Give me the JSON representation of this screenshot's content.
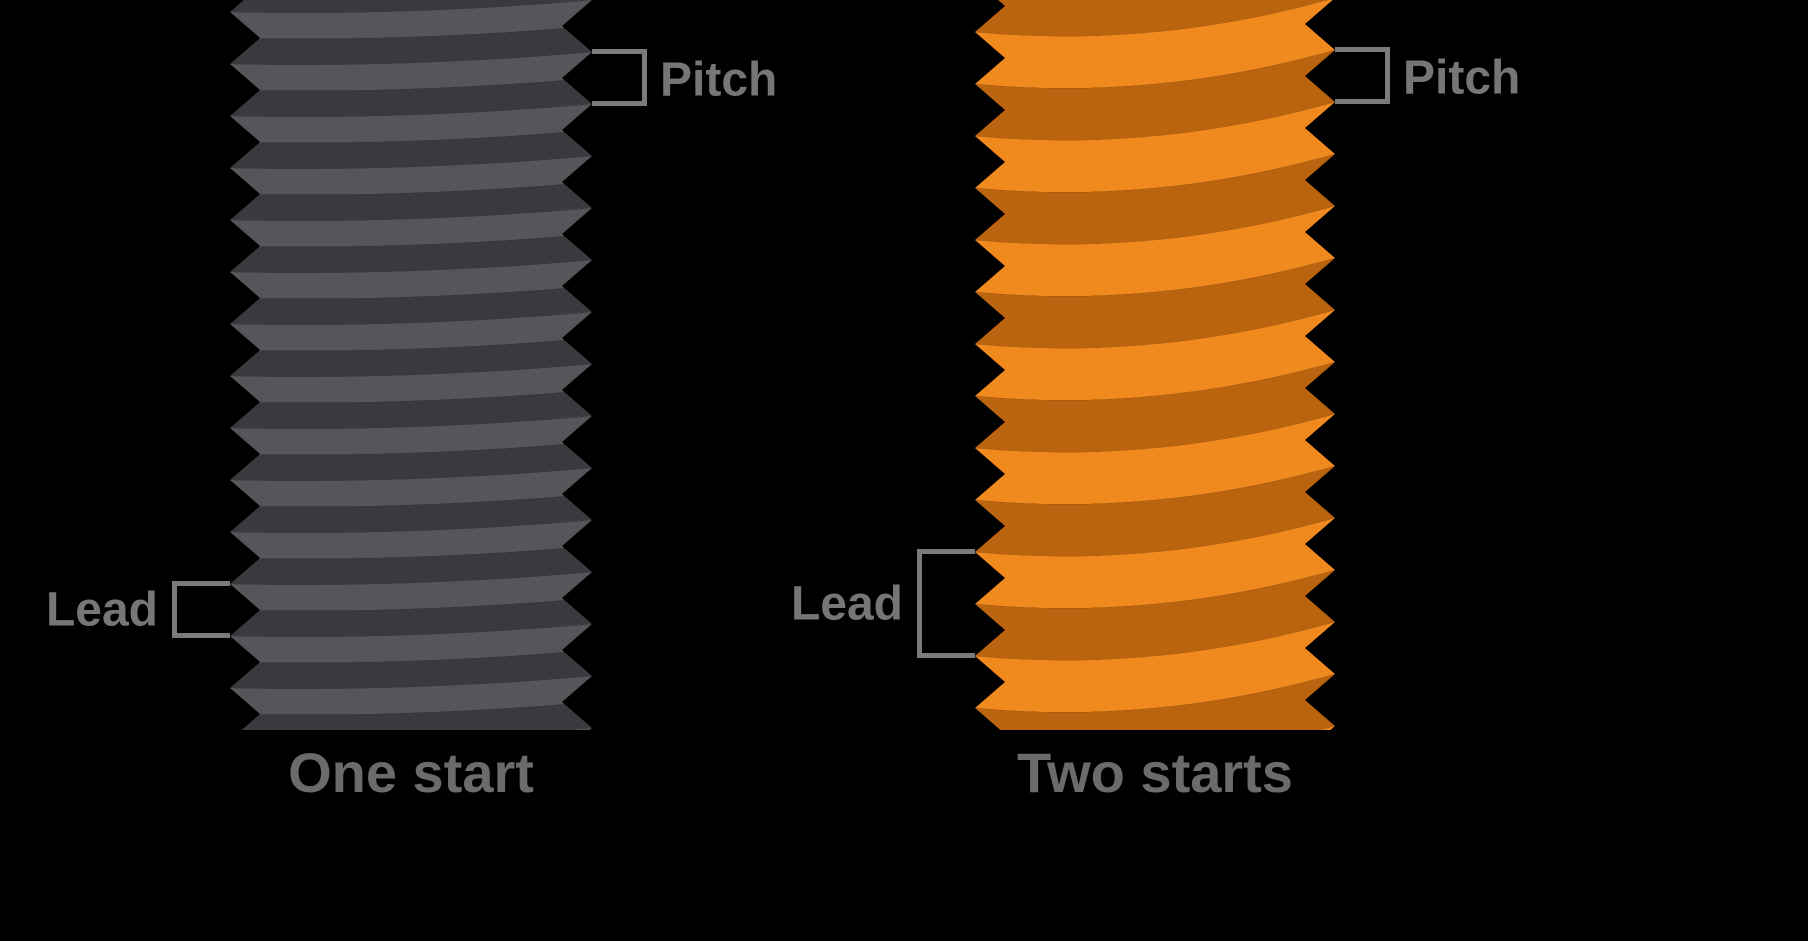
{
  "background": "#000000",
  "labels": {
    "pitch": "Pitch",
    "lead": "Lead"
  },
  "left_screw": {
    "caption": "One start",
    "starts": 1,
    "colors": {
      "light": "#56565a",
      "dark": "#3a3a3e"
    }
  },
  "right_screw": {
    "caption": "Two starts",
    "starts": 2,
    "colors": {
      "light": "#F0891E",
      "dark": "#BA6410"
    }
  },
  "style": {
    "label_color": "#767676",
    "caption_color": "#6b6b6b",
    "bracket_color": "#7b7b7b"
  }
}
